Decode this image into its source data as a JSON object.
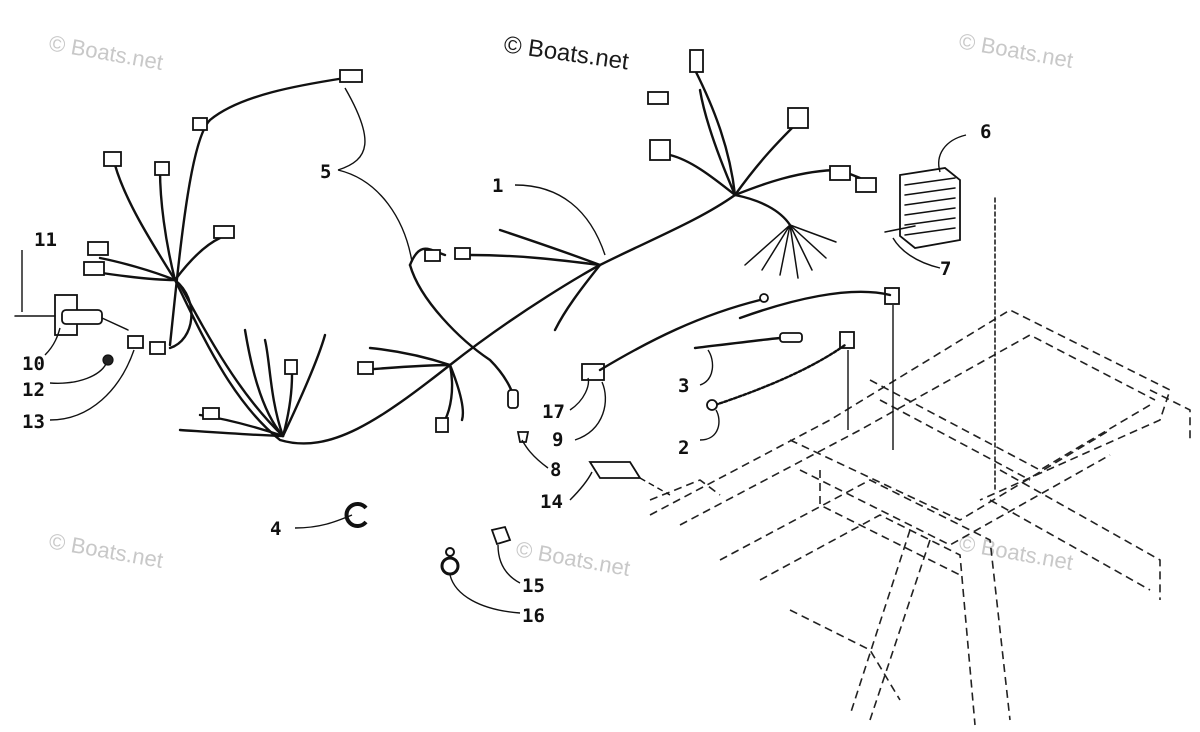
{
  "watermarks": {
    "main": "© Boats.net",
    "faint": "© Boats.net"
  },
  "callouts": {
    "c1": "1",
    "c2": "2",
    "c3": "3",
    "c4": "4",
    "c5": "5",
    "c6": "6",
    "c7": "7",
    "c8": "8",
    "c9": "9",
    "c10": "10",
    "c11": "11",
    "c12": "12",
    "c13": "13",
    "c14": "14",
    "c15": "15",
    "c16": "16",
    "c17": "17"
  },
  "colors": {
    "ink": "#111111",
    "watermark": "#c8c8c8",
    "background": "#ffffff"
  }
}
